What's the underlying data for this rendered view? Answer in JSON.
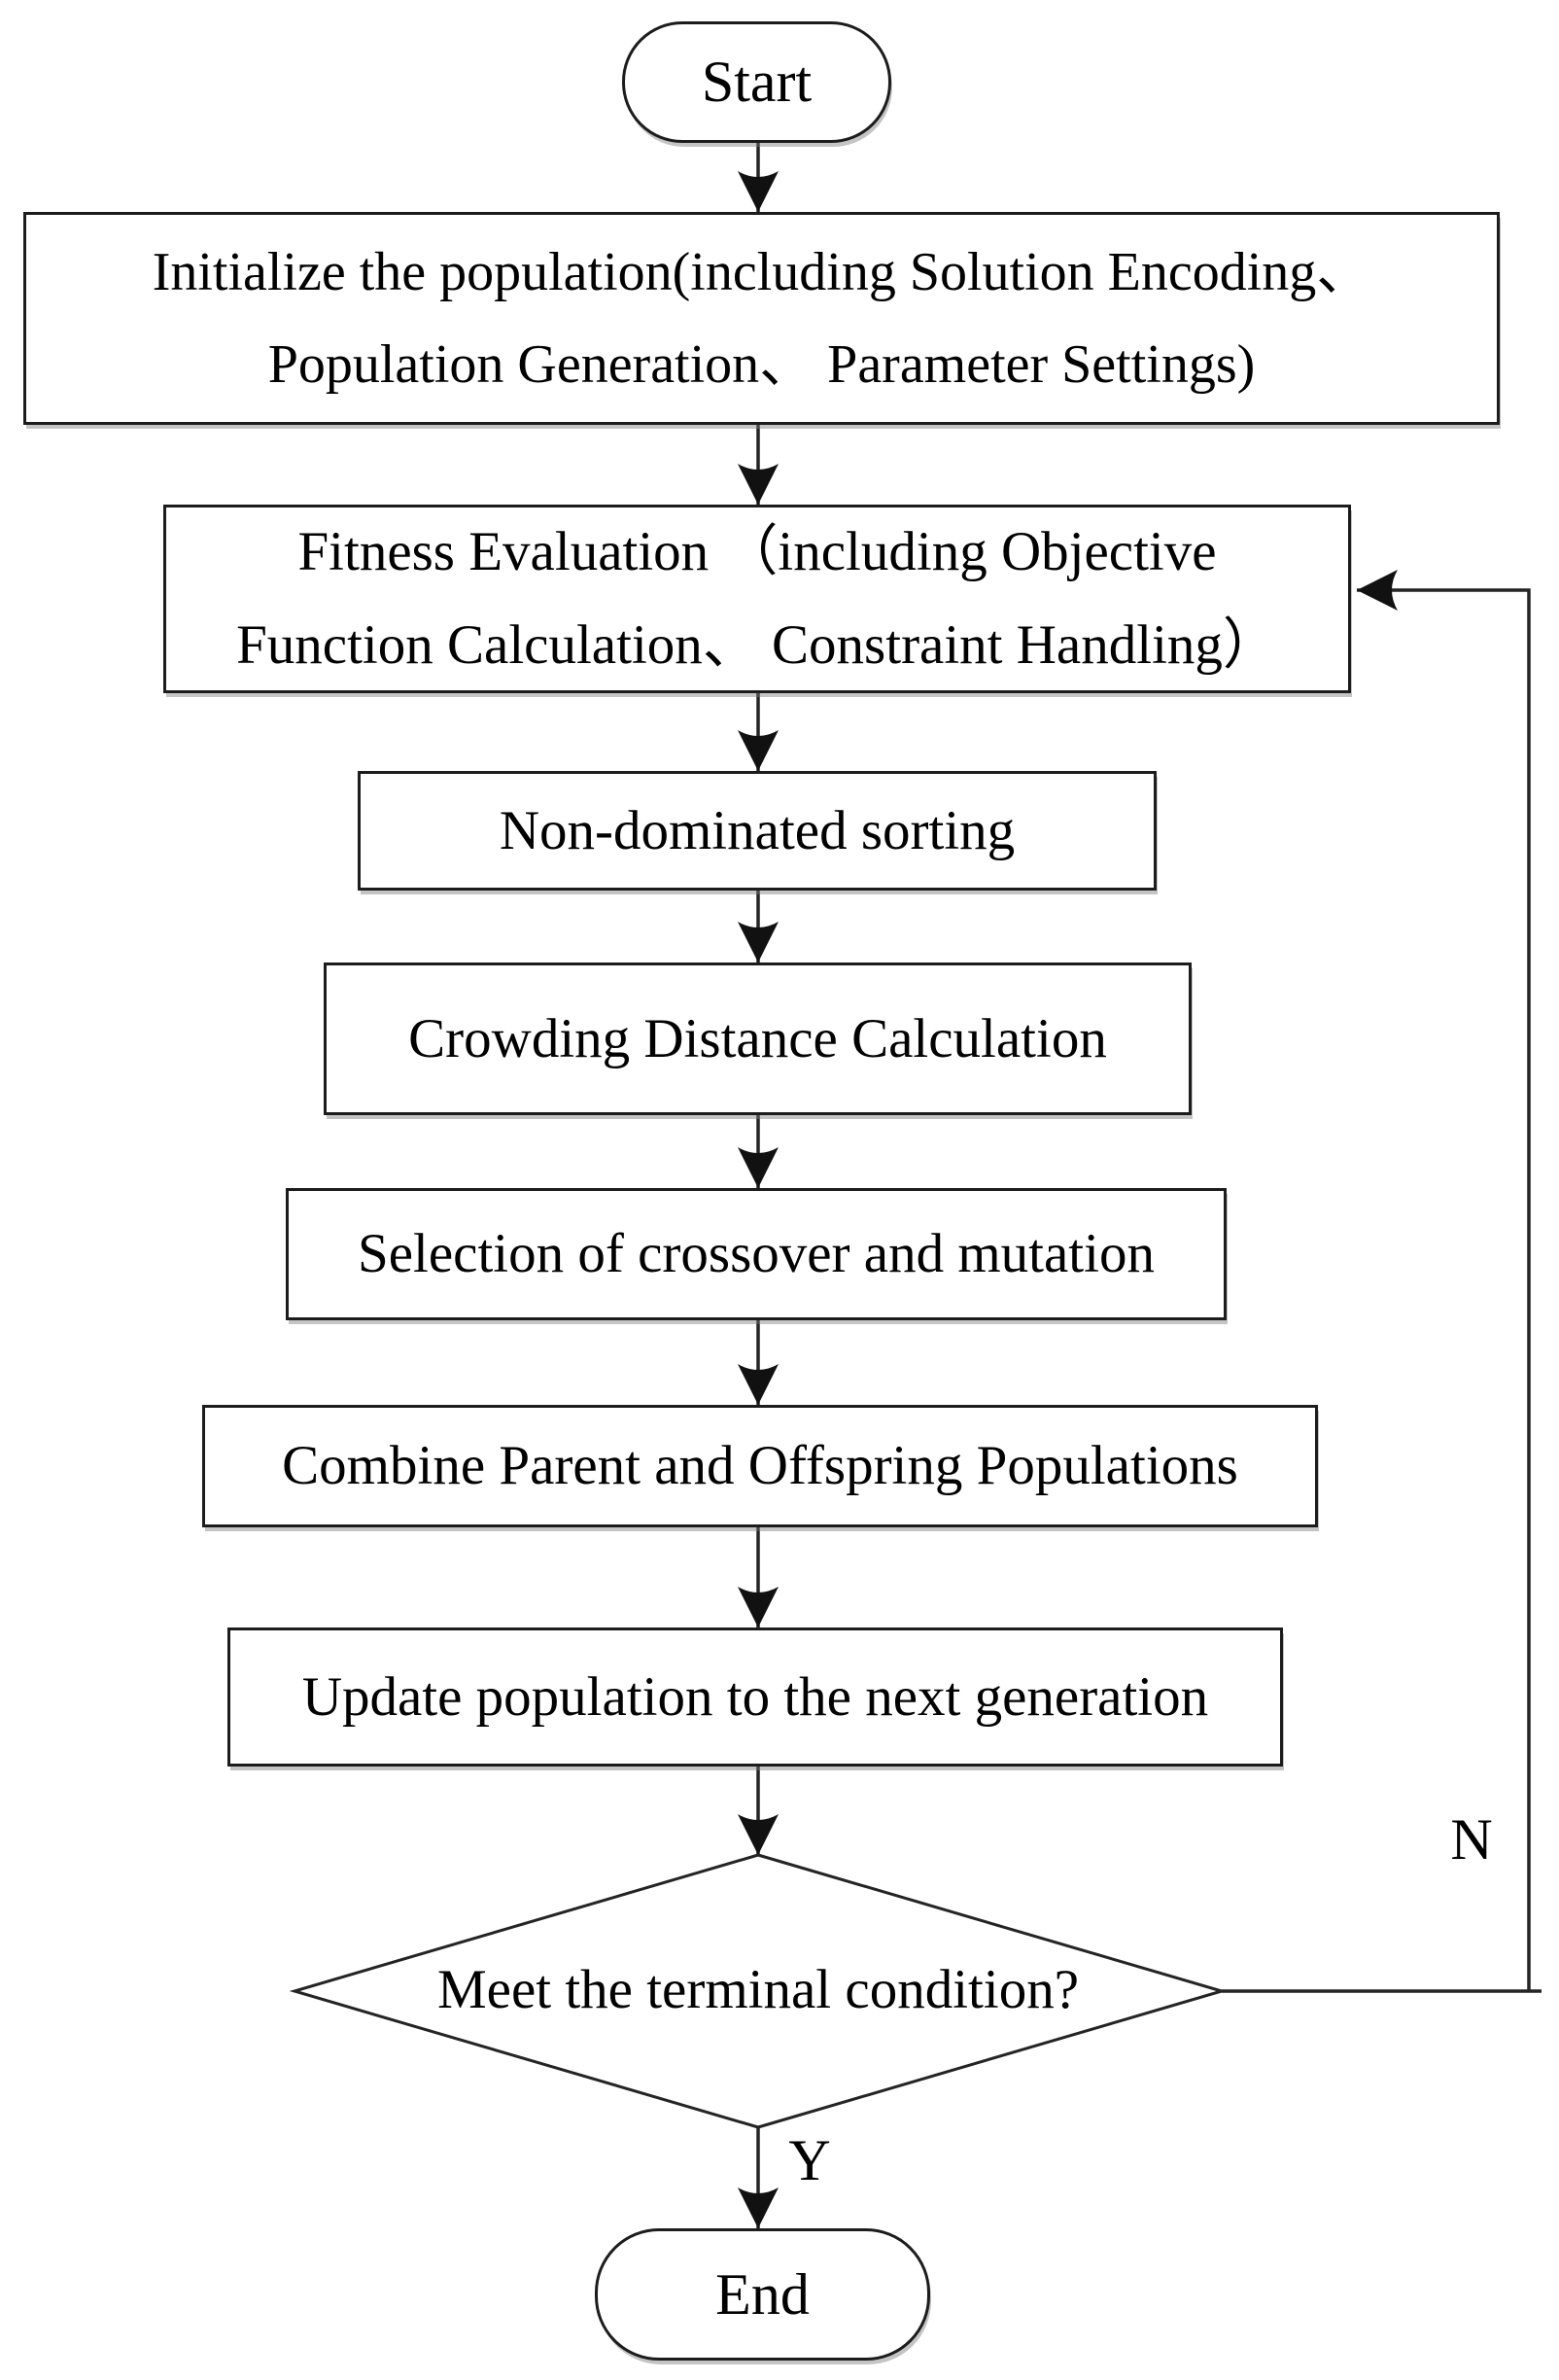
{
  "diagram": {
    "background_color": "#ffffff",
    "stroke_color": "#1f1f1f",
    "shape_fill_color": "#ffffff",
    "text_color": "#000000",
    "nodes": {
      "start": {
        "type": "terminator",
        "label": "Start"
      },
      "initialize": {
        "type": "process",
        "line1": "Initialize the population(including Solution Encoding、",
        "line2": "Population Generation、 Parameter Settings)"
      },
      "fitness": {
        "type": "process",
        "line1": "Fitness Evaluation （including Objective",
        "line2": "Function Calculation、 Constraint Handling）"
      },
      "nondominated_sorting": {
        "type": "process",
        "label": "Non-dominated sorting"
      },
      "crowding_distance": {
        "type": "process",
        "label": "Crowding Distance Calculation"
      },
      "selection": {
        "type": "process",
        "label": "Selection of crossover and mutation"
      },
      "combine": {
        "type": "process",
        "label": "Combine Parent and Offspring Populations"
      },
      "update": {
        "type": "process",
        "label": "Update population to the next generation"
      },
      "decision": {
        "type": "decision",
        "label": "Meet the terminal condition?"
      },
      "end": {
        "type": "terminator",
        "label": "End"
      }
    },
    "edge_labels": {
      "yes": "Y",
      "no": "N"
    }
  }
}
